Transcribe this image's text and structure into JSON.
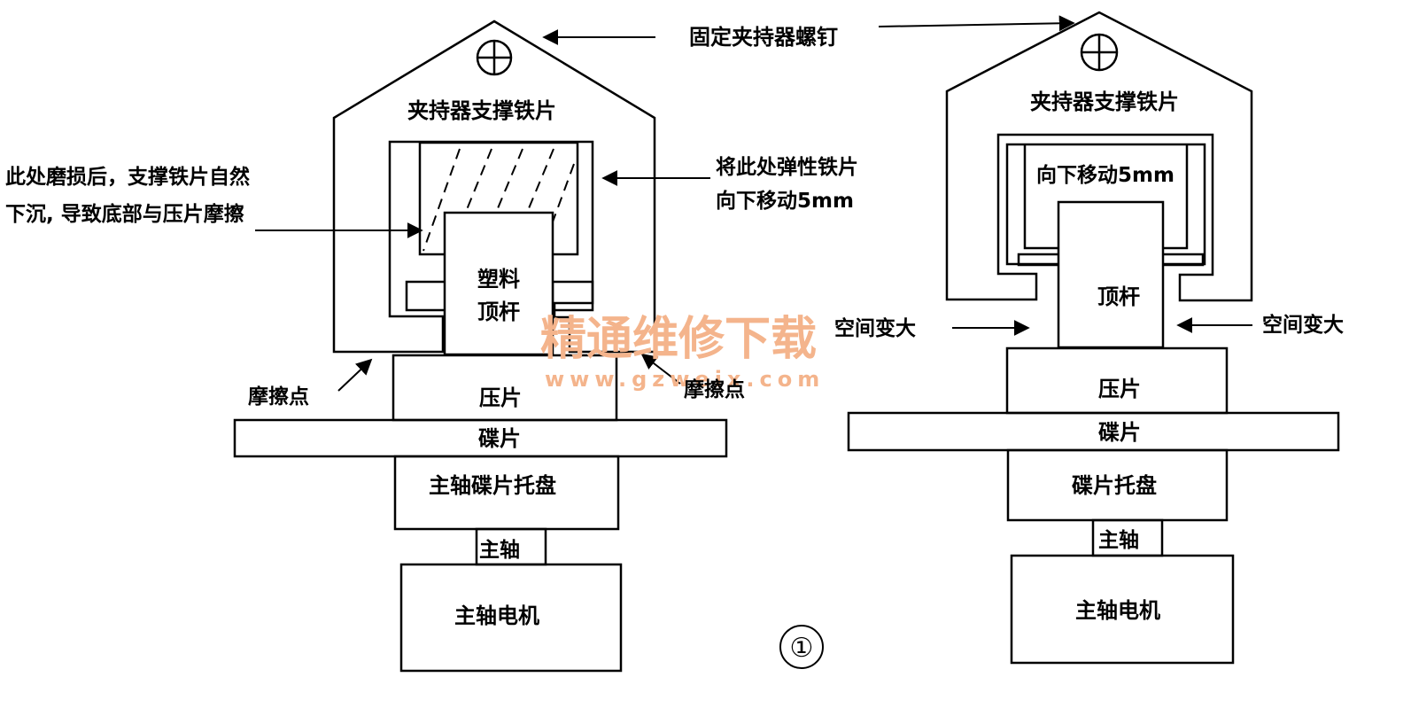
{
  "labels": {
    "fixing_screw": "固定夹持器螺钉",
    "clamp_support_left": "夹持器支撑铁片",
    "clamp_support_right": "夹持器支撑铁片",
    "wear_note_line1": "此处磨损后，支撑铁片自然",
    "wear_note_line2": "下沉, 导致底部与压片摩擦",
    "move_note_line1": "将此处弹性铁片",
    "move_note_line2": "向下移动5mm",
    "move_inner_right": "向下移动5mm",
    "plastic_rod_line1": "塑料",
    "plastic_rod_line2": "顶杆",
    "rod_right": "顶杆",
    "friction_left": "摩擦点",
    "friction_right": "摩擦点",
    "space_left": "空间变大",
    "space_right": "空间变大",
    "pressure_left": "压片",
    "pressure_right": "压片",
    "disc_left": "碟片",
    "disc_right": "碟片",
    "tray_left": "主轴碟片托盘",
    "tray_right": "碟片托盘",
    "spindle_left": "主轴",
    "spindle_right": "主轴",
    "motor_left": "主轴电机",
    "motor_right": "主轴电机",
    "figure_number": "①",
    "watermark_cn": "精通维修下载",
    "watermark_url": "www.gzweix.com"
  }
}
